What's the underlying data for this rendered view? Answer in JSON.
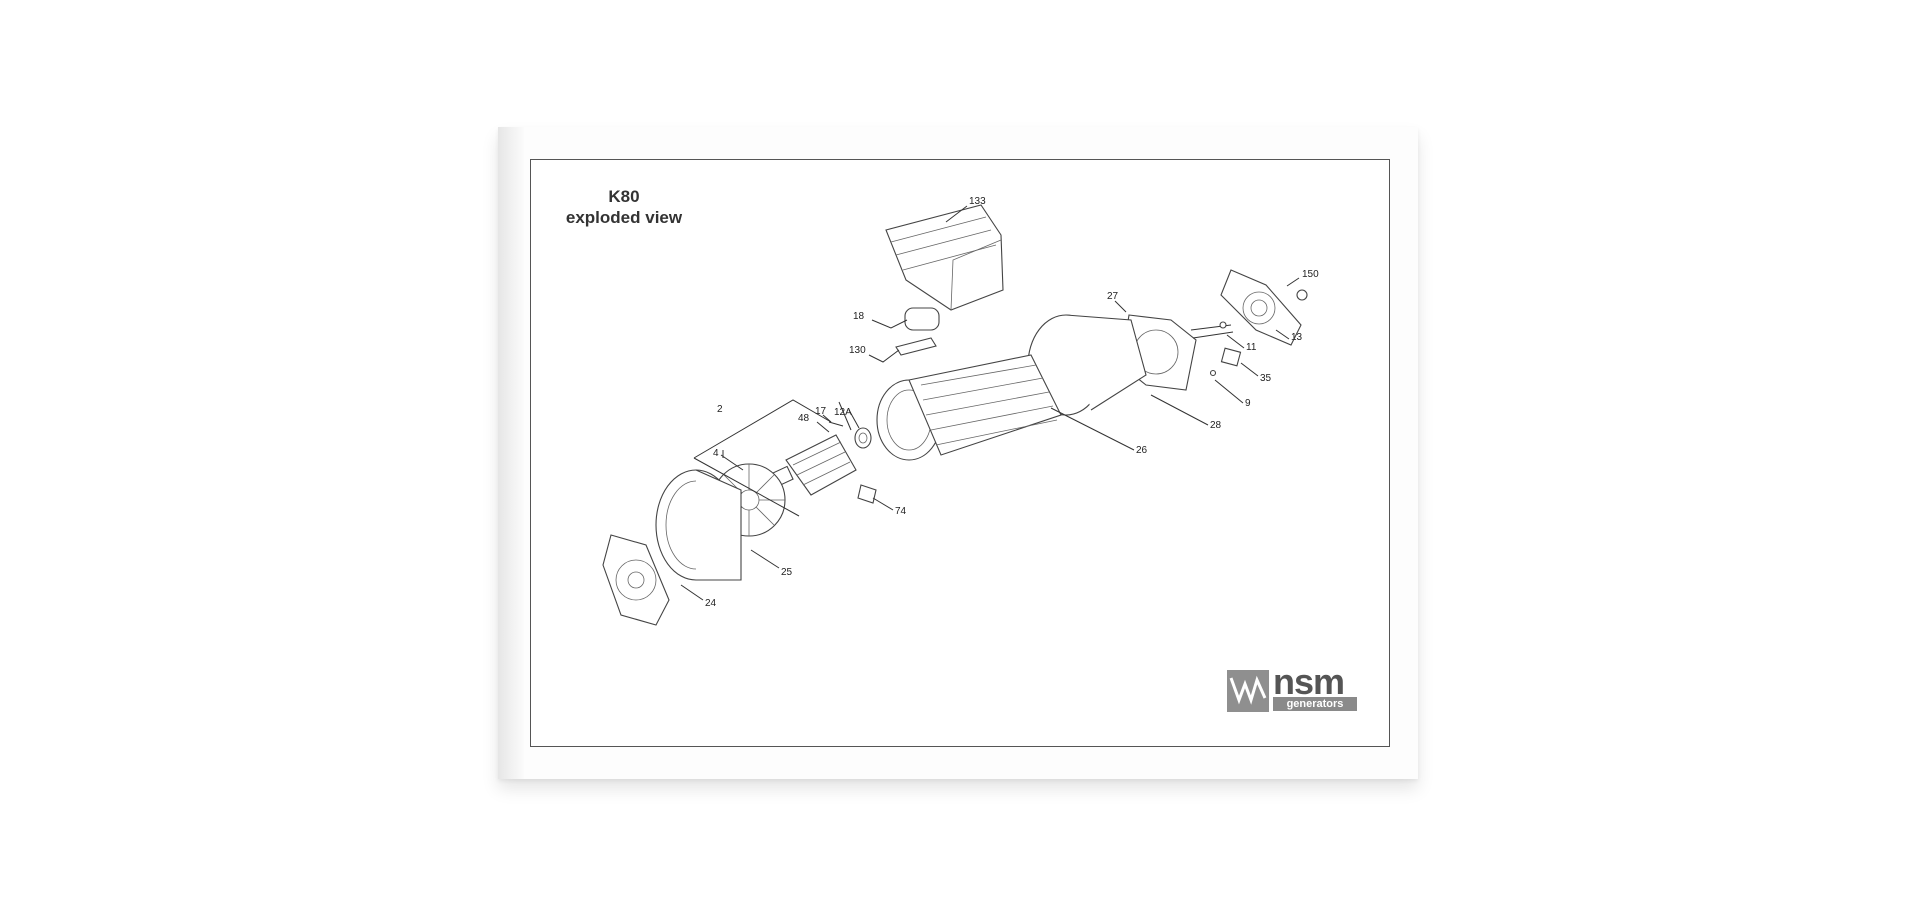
{
  "document": {
    "title": "K80",
    "subtitle": "exploded view"
  },
  "callouts": [
    "133",
    "150",
    "27",
    "13",
    "18",
    "11",
    "130",
    "35",
    "9",
    "2",
    "28",
    "17",
    "12A",
    "48",
    "26",
    "4",
    "74",
    "25",
    "24"
  ],
  "logo": {
    "name": "nsm",
    "tagline": "generators"
  }
}
